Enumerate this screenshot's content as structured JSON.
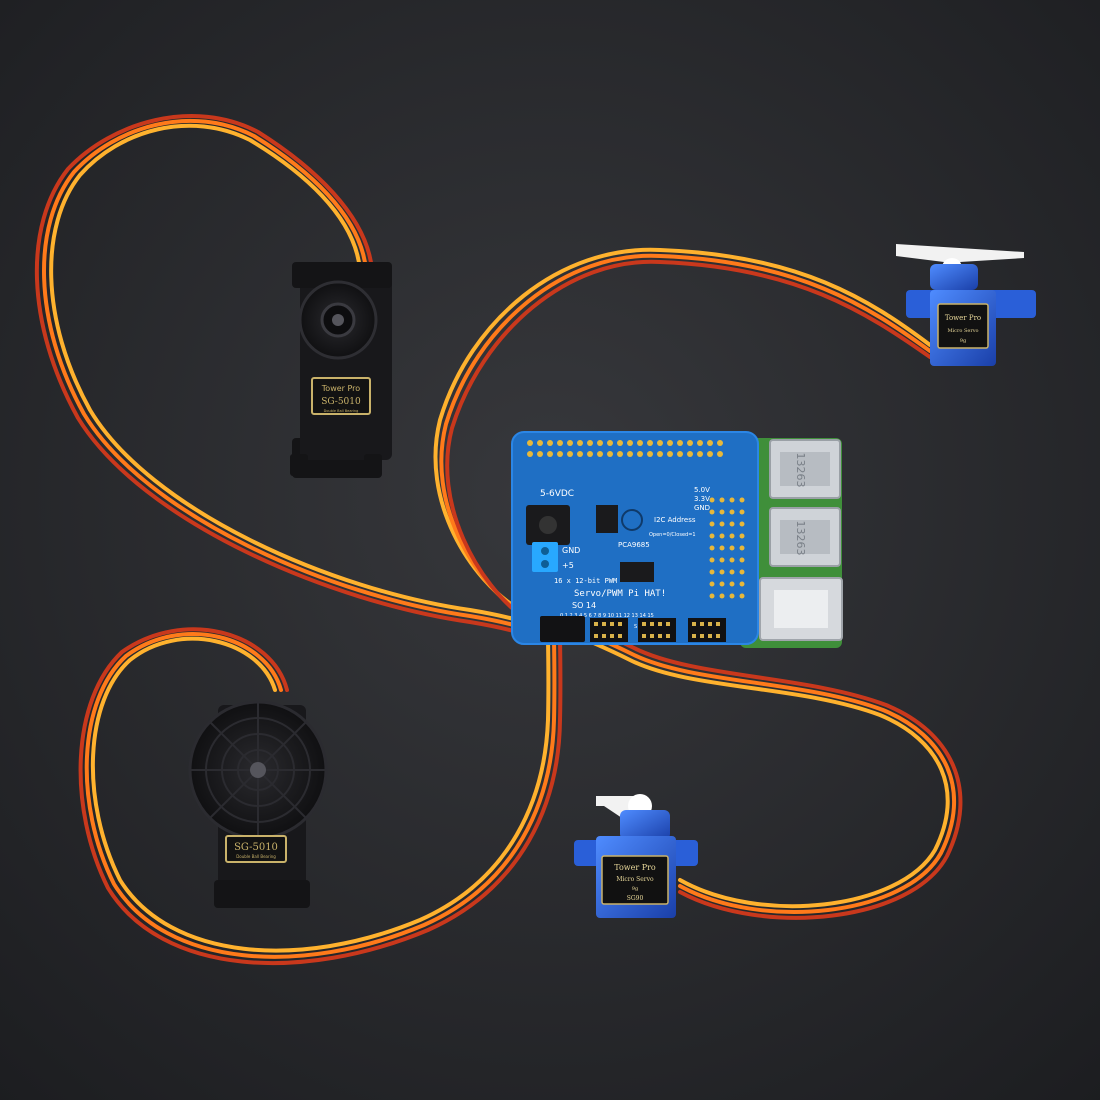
{
  "colors": {
    "background": "#2b2c2f",
    "pcb_blue": "#1f6fc4",
    "pcb_green": "#3f8f3a",
    "wire_orange": "#ff8a1a",
    "wire_red": "#d7461e",
    "wire_yellow": "#ffb22e",
    "servo_black": "#141416",
    "micro_servo_blue": "#2a5fd8",
    "terminal_blue": "#28a8ff",
    "label_gold": "#c9b26a"
  },
  "board": {
    "power_input": "5-6VDC",
    "i2c_address_label": "I2C Address",
    "chip_label": "PCA9685",
    "pwm_label": "16 x 12-bit PWM",
    "hat_title": "Servo/PWM Pi HAT!",
    "terminal_gnd": "GND",
    "terminal_plus5": "+5",
    "rail_5v": "5.0V",
    "rail_3v3": "3.3V",
    "rail_gnd": "GND",
    "jumper_note": "Open=0/Closed=1",
    "channel_label": "SO 14",
    "channel_numbers": "0 1 2 3   4 5 6 7   8 9 10 11   12 13 14 15",
    "row_letters": "S V G",
    "usb_code_1": "13263",
    "usb_code_2": "13263"
  },
  "servos": {
    "standard_top": {
      "brand": "Tower Pro",
      "model": "SG-5010",
      "note": "Double Ball Bearing"
    },
    "standard_bottom": {
      "model": "SG-5010",
      "note": "Double Ball Bearing"
    },
    "micro_top": {
      "brand": "Tower Pro",
      "line2": "Micro Servo",
      "line3": "9g"
    },
    "micro_bottom": {
      "brand": "Tower Pro",
      "line2": "Micro Servo",
      "line3": "9g",
      "model": "SG90"
    }
  }
}
